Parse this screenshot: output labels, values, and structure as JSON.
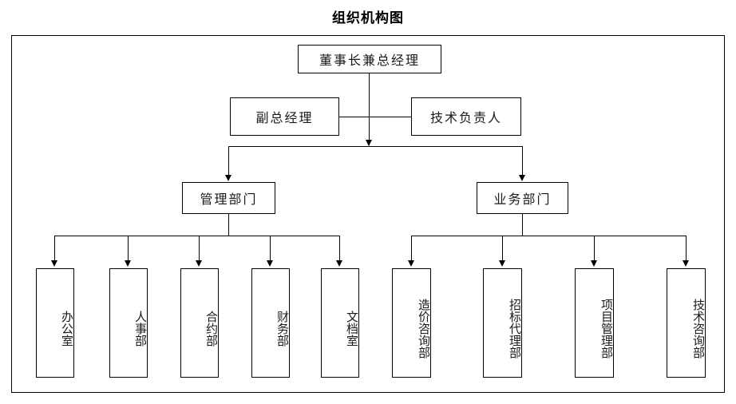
{
  "chart_data": {
    "type": "diagram",
    "title": "组织机构图",
    "diagram_kind": "organization-chart",
    "levels": [
      {
        "level": 1,
        "nodes": [
          {
            "id": "chairman",
            "label": "董事长兼总经理",
            "orientation": "horizontal"
          }
        ]
      },
      {
        "level": 2,
        "nodes": [
          {
            "id": "deputy-gm",
            "label": "副总经理",
            "orientation": "horizontal"
          },
          {
            "id": "tech-director",
            "label": "技术负责人",
            "orientation": "horizontal"
          }
        ]
      },
      {
        "level": 3,
        "nodes": [
          {
            "id": "management-dept",
            "label": "管理部门",
            "orientation": "horizontal"
          },
          {
            "id": "business-dept",
            "label": "业务部门",
            "orientation": "horizontal"
          }
        ]
      },
      {
        "level": 4,
        "nodes": [
          {
            "id": "office",
            "label": "办公室",
            "orientation": "vertical",
            "parent": "management-dept"
          },
          {
            "id": "hr-dept",
            "label": "人事部",
            "orientation": "vertical",
            "parent": "management-dept"
          },
          {
            "id": "contract-dept",
            "label": "合约部",
            "orientation": "vertical",
            "parent": "management-dept"
          },
          {
            "id": "finance-dept",
            "label": "财务部",
            "orientation": "vertical",
            "parent": "management-dept"
          },
          {
            "id": "archive-room",
            "label": "文档室",
            "orientation": "vertical",
            "parent": "management-dept"
          },
          {
            "id": "cost-consulting-dept",
            "label": "造价咨询部",
            "orientation": "vertical",
            "parent": "business-dept"
          },
          {
            "id": "bidding-agency-dept",
            "label": "招标代理部",
            "orientation": "vertical",
            "parent": "business-dept"
          },
          {
            "id": "project-management-dept",
            "label": "项目管理部",
            "orientation": "vertical",
            "parent": "business-dept"
          },
          {
            "id": "tech-consulting-dept",
            "label": "技术咨询部",
            "orientation": "vertical",
            "parent": "business-dept"
          }
        ]
      }
    ],
    "edges": [
      {
        "from": "chairman",
        "to": "management-dept"
      },
      {
        "from": "chairman",
        "to": "business-dept"
      },
      {
        "from": "deputy-gm",
        "to": "tech-director",
        "style": "horizontal-link"
      },
      {
        "from": "management-dept",
        "to": "office"
      },
      {
        "from": "management-dept",
        "to": "hr-dept"
      },
      {
        "from": "management-dept",
        "to": "contract-dept"
      },
      {
        "from": "management-dept",
        "to": "finance-dept"
      },
      {
        "from": "management-dept",
        "to": "archive-room"
      },
      {
        "from": "business-dept",
        "to": "cost-consulting-dept"
      },
      {
        "from": "business-dept",
        "to": "bidding-agency-dept"
      },
      {
        "from": "business-dept",
        "to": "project-management-dept"
      },
      {
        "from": "business-dept",
        "to": "tech-consulting-dept"
      }
    ],
    "colors": {
      "line": "#000000",
      "box_border": "#000000",
      "background": "#ffffff",
      "text": "#1a1a1a"
    }
  },
  "title": "组织机构图",
  "nodes": {
    "chairman": "董事长兼总经理",
    "deputy_gm": "副总经理",
    "tech_director": "技术负责人",
    "management_dept": "管理部门",
    "business_dept": "业务部门",
    "office": "办公室",
    "hr_dept": "人事部",
    "contract_dept": "合约部",
    "finance_dept": "财务部",
    "archive_room": "文档室",
    "cost_consulting_dept": "造价咨询部",
    "bidding_agency_dept": "招标代理部",
    "project_management_dept": "项目管理部",
    "tech_consulting_dept": "技术咨询部"
  }
}
